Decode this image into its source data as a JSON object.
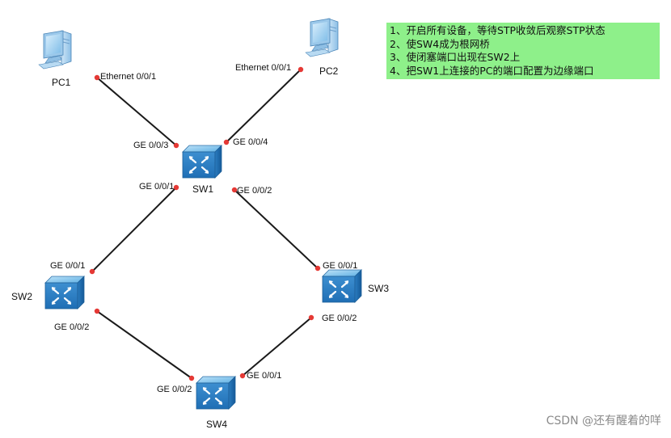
{
  "notes": [
    "1、开启所有设备，等待STP收敛后观察STP状态",
    "2、使SW4成为根网桥",
    "3、使闭塞端口出现在SW2上",
    "4、把SW1上连接的PC的端口配置为边缘端口"
  ],
  "devices": {
    "pc1": "PC1",
    "pc2": "PC2",
    "sw1": "SW1",
    "sw2": "SW2",
    "sw3": "SW3",
    "sw4": "SW4"
  },
  "ports": {
    "pc1_eth": "Ethernet 0/0/1",
    "pc2_eth": "Ethernet 0/0/1",
    "sw1_ge3": "GE 0/0/3",
    "sw1_ge4": "GE 0/0/4",
    "sw1_ge1": "GE 0/0/1",
    "sw1_ge2": "GE 0/0/2",
    "sw2_ge1": "GE 0/0/1",
    "sw2_ge2": "GE 0/0/2",
    "sw3_ge1": "GE 0/0/1",
    "sw3_ge2": "GE 0/0/2",
    "sw4_ge2": "GE 0/0/2",
    "sw4_ge1": "GE 0/0/1"
  },
  "watermark": "CSDN @还有醒着的咩",
  "colors": {
    "link": "#1a1a1a",
    "port_dot": "#e53935",
    "switch_blue": "#4a9fd8",
    "notes_bg": "#8ef08a"
  }
}
